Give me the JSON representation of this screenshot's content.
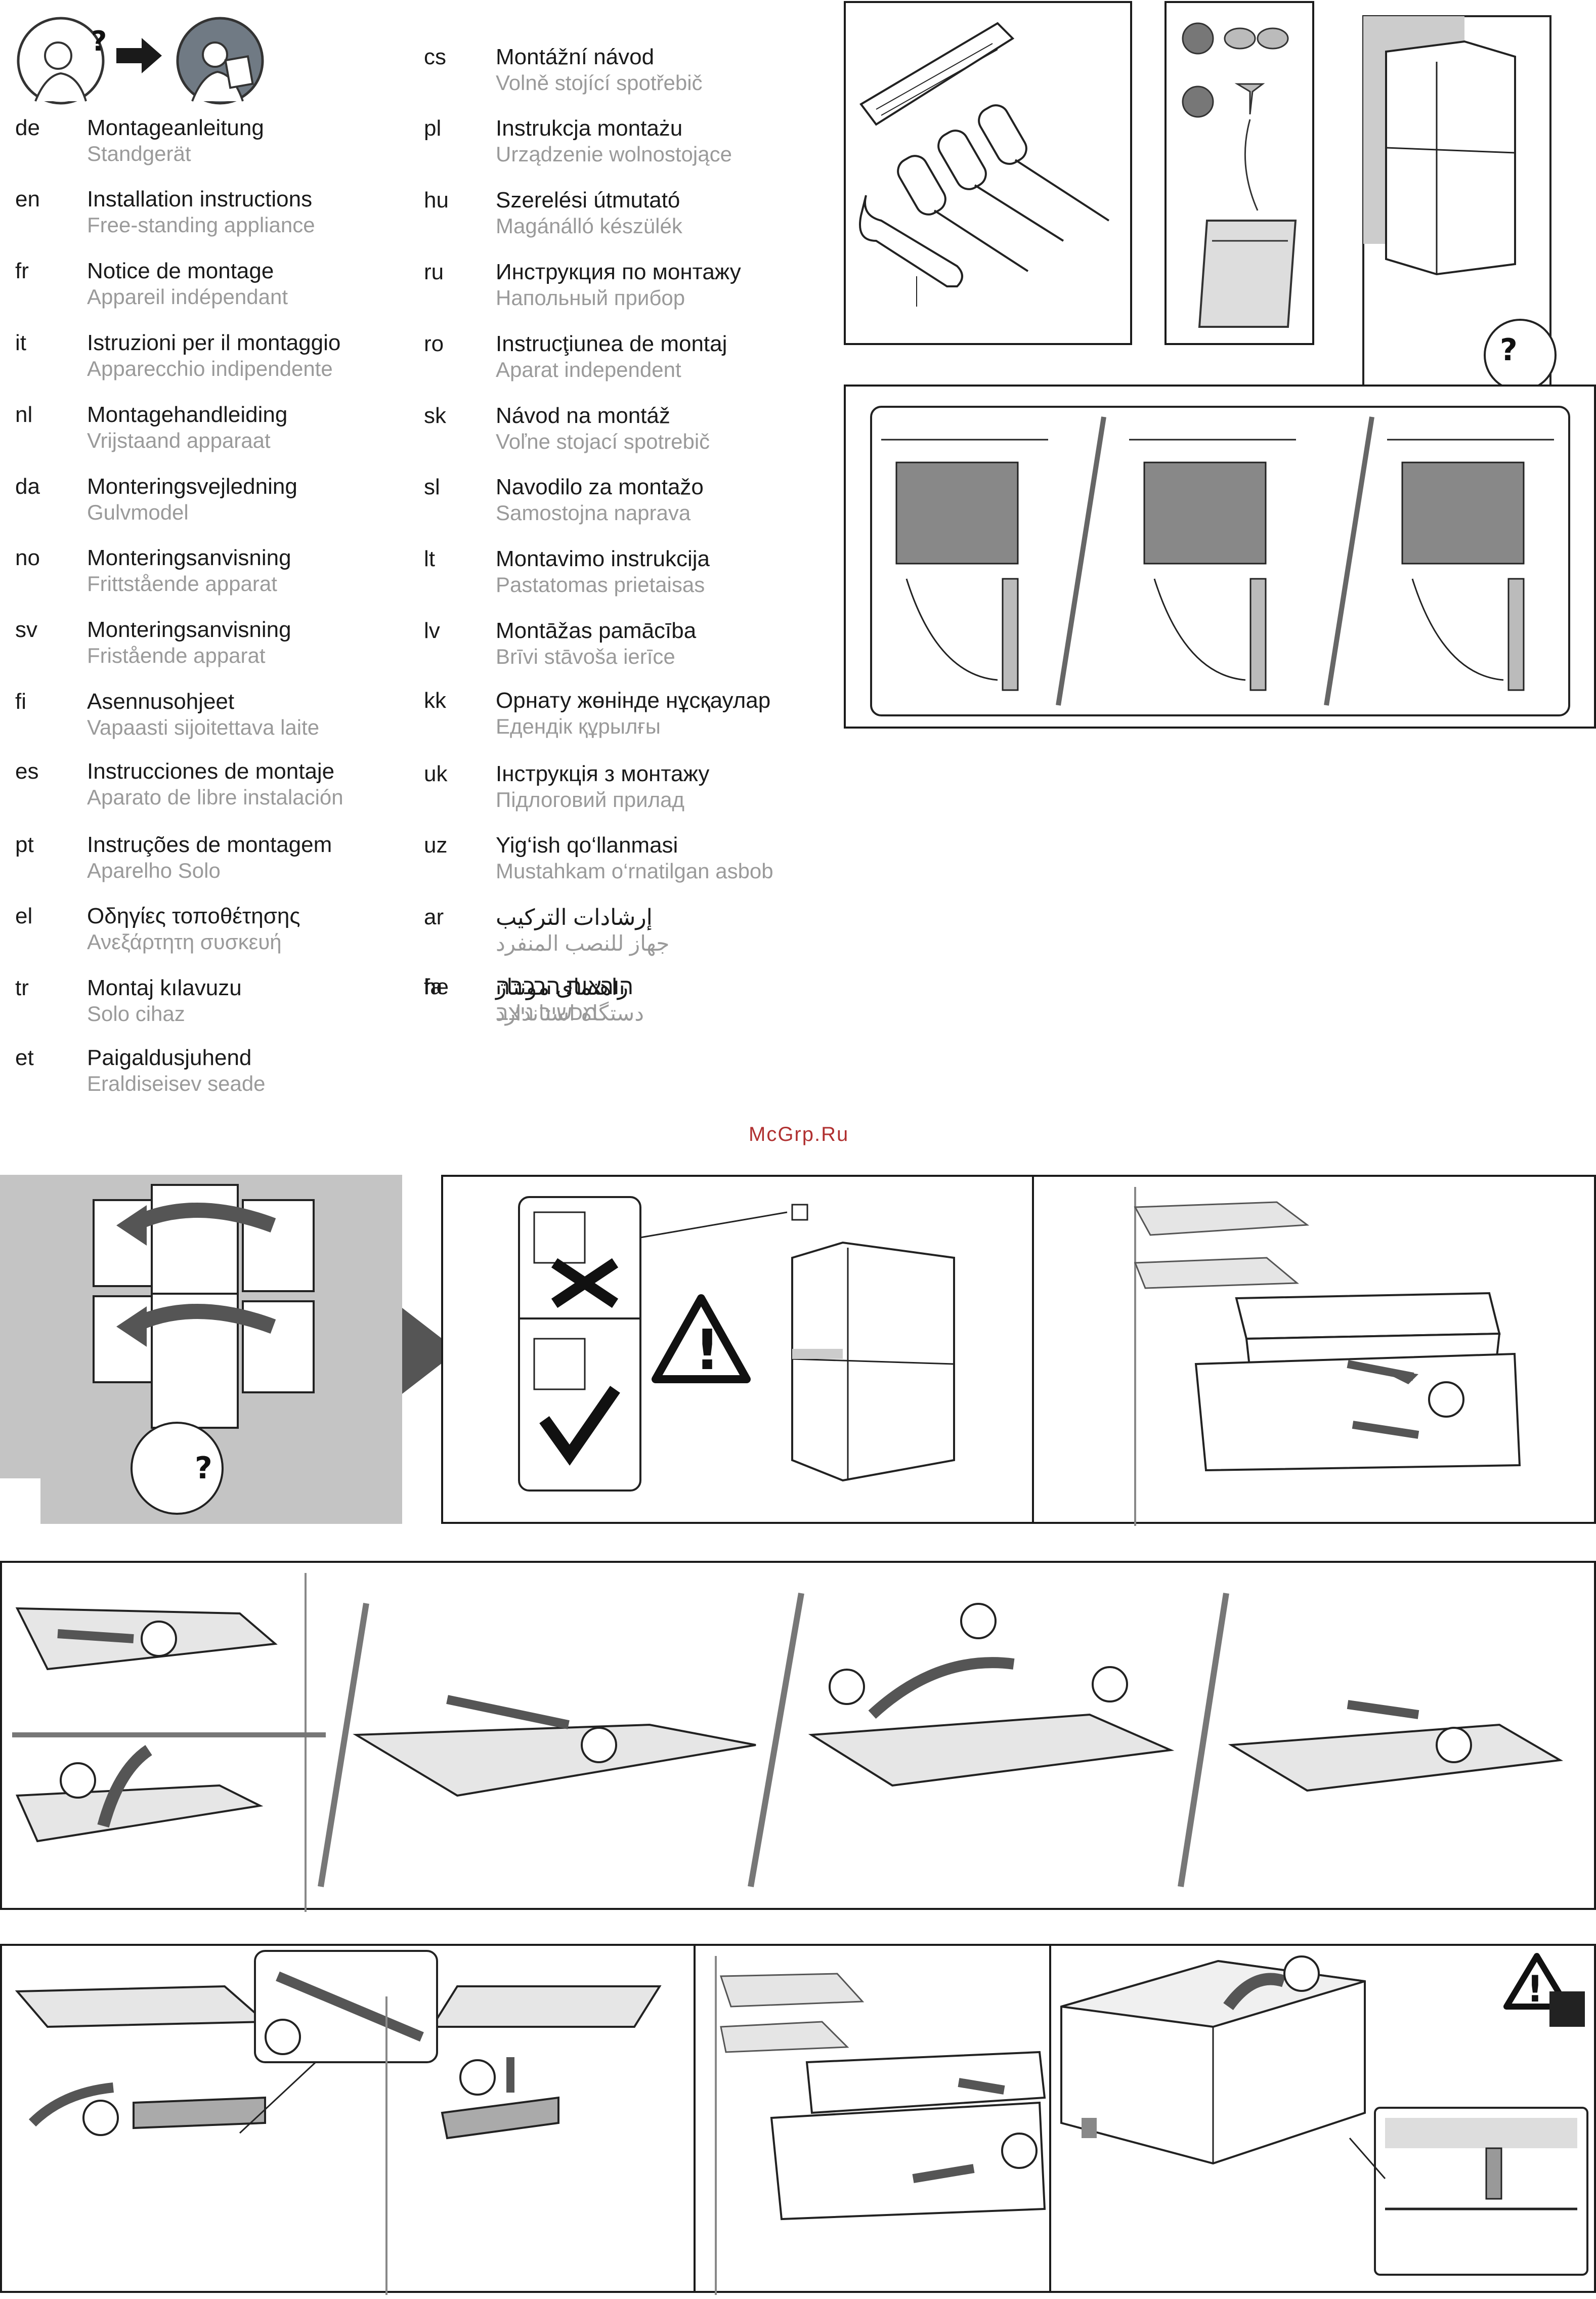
{
  "languages": [
    {
      "code": "de",
      "title": "Montageanleitung",
      "subtitle": "Standgerät"
    },
    {
      "code": "en",
      "title": "Installation instructions",
      "subtitle": "Free-standing appliance"
    },
    {
      "code": "fr",
      "title": "Notice de montage",
      "subtitle": "Appareil indépendant"
    },
    {
      "code": "it",
      "title": "Istruzioni per il montaggio",
      "subtitle": "Apparecchio indipendente"
    },
    {
      "code": "nl",
      "title": "Montagehandleiding",
      "subtitle": "Vrijstaand apparaat"
    },
    {
      "code": "da",
      "title": "Monteringsvejledning",
      "subtitle": "Gulvmodel"
    },
    {
      "code": "no",
      "title": "Monteringsanvisning",
      "subtitle": "Frittstående apparat"
    },
    {
      "code": "sv",
      "title": "Monteringsanvisning",
      "subtitle": "Fristående  apparat"
    },
    {
      "code": "fi",
      "title": "Asennusohjeet",
      "subtitle": "Vapaasti sijoitettava laite"
    },
    {
      "code": "es",
      "title": "Instrucciones de montaje",
      "subtitle": "Aparato de libre instalación"
    },
    {
      "code": "pt",
      "title": "Instruções de montagem",
      "subtitle": "Aparelho Solo"
    },
    {
      "code": "el",
      "title": "Οδηγίες τοποθέτησης",
      "subtitle": "Ανεξάρτητη συσκευή"
    },
    {
      "code": "tr",
      "title": "Montaj kılavuzu",
      "subtitle": "Solo cihaz"
    },
    {
      "code": "et",
      "title": "Paigaldusjuhend",
      "subtitle": "Eraldiseisev seade"
    },
    {
      "code": "cs",
      "title": "Montážní návod",
      "subtitle": "Volně stojící spotřebič"
    },
    {
      "code": "pl",
      "title": "Instrukcja montażu",
      "subtitle": "Urządzenie wolnostojące"
    },
    {
      "code": "hu",
      "title": "Szerelési útmutató",
      "subtitle": "Magánálló készülék"
    },
    {
      "code": "ru",
      "title": "Инструкция по монтажу",
      "subtitle": "Напольный прибор"
    },
    {
      "code": "ro",
      "title": "Instrucţiunea de montaj",
      "subtitle": "Aparat independent"
    },
    {
      "code": "sk",
      "title": "Návod na montáž",
      "subtitle": "Voľne stojací spotrebič"
    },
    {
      "code": "sl",
      "title": "Navodilo za montažo",
      "subtitle": "Samostojna naprava"
    },
    {
      "code": "lt",
      "title": "Montavimo instrukcija",
      "subtitle": "Pastatomas prietaisas"
    },
    {
      "code": "lv",
      "title": "Montāžas pamācība",
      "subtitle": "Brīvi stāvoša ierīce"
    },
    {
      "code": "kk",
      "title": "Орнату жөнінде нұсқаулар",
      "subtitle": "Едендік құрылғы"
    },
    {
      "code": "uk",
      "title": "Інструкція з монтажу",
      "subtitle": "Підлоговий прилад"
    },
    {
      "code": "uz",
      "title": "Yig‘ish qo‘llanmasi",
      "subtitle": "Mustahkam o‘rnatilgan asbob"
    },
    {
      "code": "ar",
      "title": "إرشادات التركيب",
      "subtitle": "جهاز للنصب المنفرد"
    },
    {
      "code": "fa",
      "title": "راهنمای مونتاژ",
      "subtitle": "دستگاه استاندارد"
    },
    {
      "code": "he",
      "title": "הוראות הרכבה",
      "subtitle": "מכשיר ניצב"
    }
  ],
  "watermark": "McGrp.Ru",
  "icons": {
    "read_manual": "person-reading-icon",
    "arrow": "arrow-right-icon",
    "question": "question-person-icon",
    "warning": "warning-triangle-icon",
    "weight_warning": "weight-warning-icon"
  }
}
